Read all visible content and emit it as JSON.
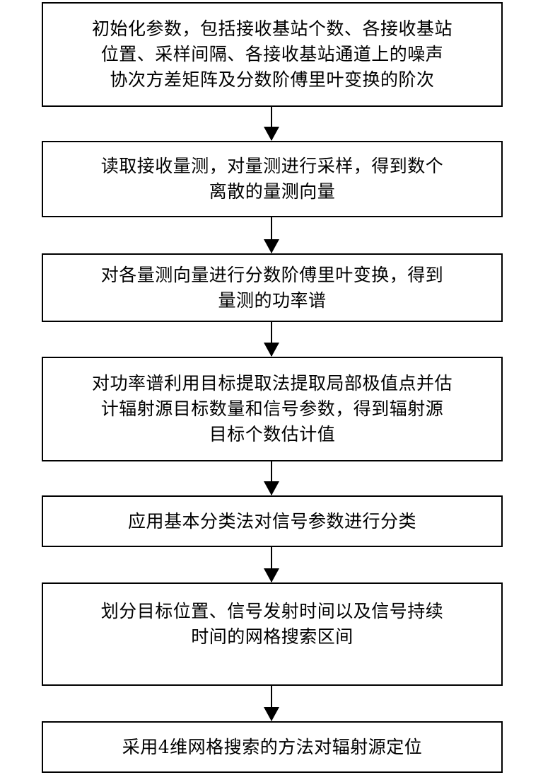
{
  "flowchart": {
    "steps": [
      {
        "id": "init-params",
        "lines": [
          "初始化参数，包括接收基站个数、各接收基站",
          "位置、采样间隔、各接收基站通道上的噪声",
          "协次方差矩阵及分数阶傅里叶变换的阶次"
        ]
      },
      {
        "id": "read-measurements",
        "lines": [
          "读取接收量测，对量测进行采样，得到数个",
          "离散的量测向量"
        ]
      },
      {
        "id": "frft",
        "lines": [
          "对各量测向量进行分数阶傅里叶变换，得到",
          "量测的功率谱"
        ]
      },
      {
        "id": "extract-peaks",
        "lines": [
          "对功率谱利用目标提取法提取局部极值点并估",
          "计辐射源目标数量和信号参数，得到辐射源",
          "目标个数估计值"
        ]
      },
      {
        "id": "classify",
        "lines": [
          "应用基本分类法对信号参数进行分类"
        ]
      },
      {
        "id": "grid-partition",
        "lines": [
          "划分目标位置、信号发射时间以及信号持续",
          "时间的网格搜索区间"
        ]
      },
      {
        "id": "grid-search",
        "lines": [
          "采用4维网格搜索的方法对辐射源定位"
        ]
      }
    ],
    "connectors": [
      {
        "from": "init-params",
        "to": "read-measurements"
      },
      {
        "from": "read-measurements",
        "to": "frft"
      },
      {
        "from": "frft",
        "to": "extract-peaks"
      },
      {
        "from": "extract-peaks",
        "to": "classify"
      },
      {
        "from": "classify",
        "to": "grid-partition"
      },
      {
        "from": "grid-partition",
        "to": "grid-search"
      }
    ]
  }
}
